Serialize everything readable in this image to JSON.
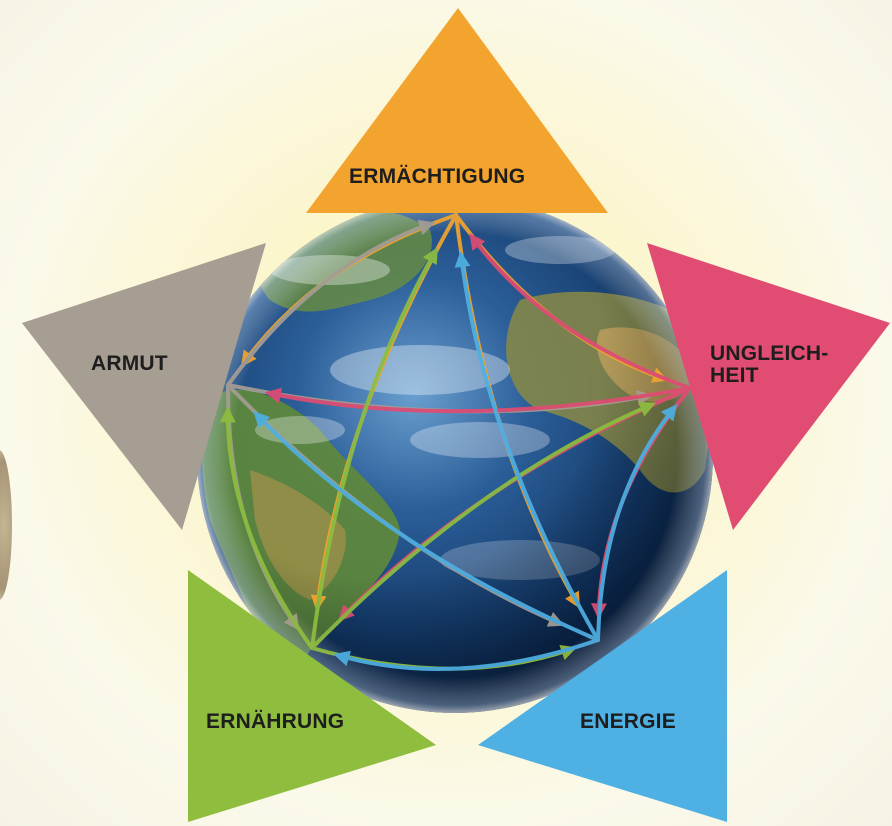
{
  "diagram": {
    "nodes": [
      {
        "id": "top",
        "label": "ERMÄCHTIGUNG",
        "color": "#f2a42e"
      },
      {
        "id": "left",
        "label": "ARMUT",
        "color": "#a69d93"
      },
      {
        "id": "right",
        "label": "UNGLEICH-\nHEIT",
        "color": "#e04c72"
      },
      {
        "id": "bottom-left",
        "label": "ERNÄHRUNG",
        "color": "#8fbe3f"
      },
      {
        "id": "bottom-right",
        "label": "ENERGIE",
        "color": "#4fb0e3"
      }
    ],
    "center": {
      "name": "globe-image"
    },
    "connections": "all-to-all"
  }
}
